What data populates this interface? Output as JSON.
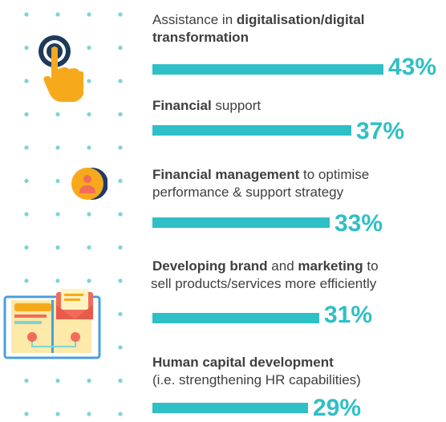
{
  "chart_data": {
    "type": "bar",
    "orientation": "horizontal",
    "unit": "%",
    "bar_color": "#2fbfc6",
    "categories": [
      {
        "segments": [
          {
            "text": "Assistance in ",
            "bold": false
          },
          {
            "text": "digitalisation/digital",
            "bold": true
          }
        ],
        "line2": [
          {
            "text": "transformation",
            "bold": true
          }
        ]
      },
      {
        "segments": [
          {
            "text": "Financial",
            "bold": true
          },
          {
            "text": " support",
            "bold": false
          }
        ],
        "line2": []
      },
      {
        "segments": [
          {
            "text": "Financial management",
            "bold": true
          },
          {
            "text": " to optimise",
            "bold": false
          }
        ],
        "line2": [
          {
            "text": "performance & support strategy",
            "bold": false
          }
        ]
      },
      {
        "segments": [
          {
            "text": "Developing brand",
            "bold": true
          },
          {
            "text": " and ",
            "bold": false
          },
          {
            "text": "marketing",
            "bold": true
          },
          {
            "text": " to",
            "bold": false
          }
        ],
        "line2": [
          {
            "text": "sell products/services more efficiently",
            "bold": false
          }
        ]
      },
      {
        "segments": [
          {
            "text": "Human capital development",
            "bold": true
          }
        ],
        "line2": [
          {
            "text": "(i.e. strengthening HR capabilities)",
            "bold": false
          }
        ]
      }
    ],
    "values": [
      43,
      37,
      33,
      31,
      29
    ],
    "value_labels": [
      "43%",
      "37%",
      "33%",
      "31%",
      "29%"
    ]
  },
  "icons": [
    "pointing-hand-icon",
    "person-avatar-icon",
    "email-document-icon"
  ],
  "dot_color": "#7fd3d6"
}
